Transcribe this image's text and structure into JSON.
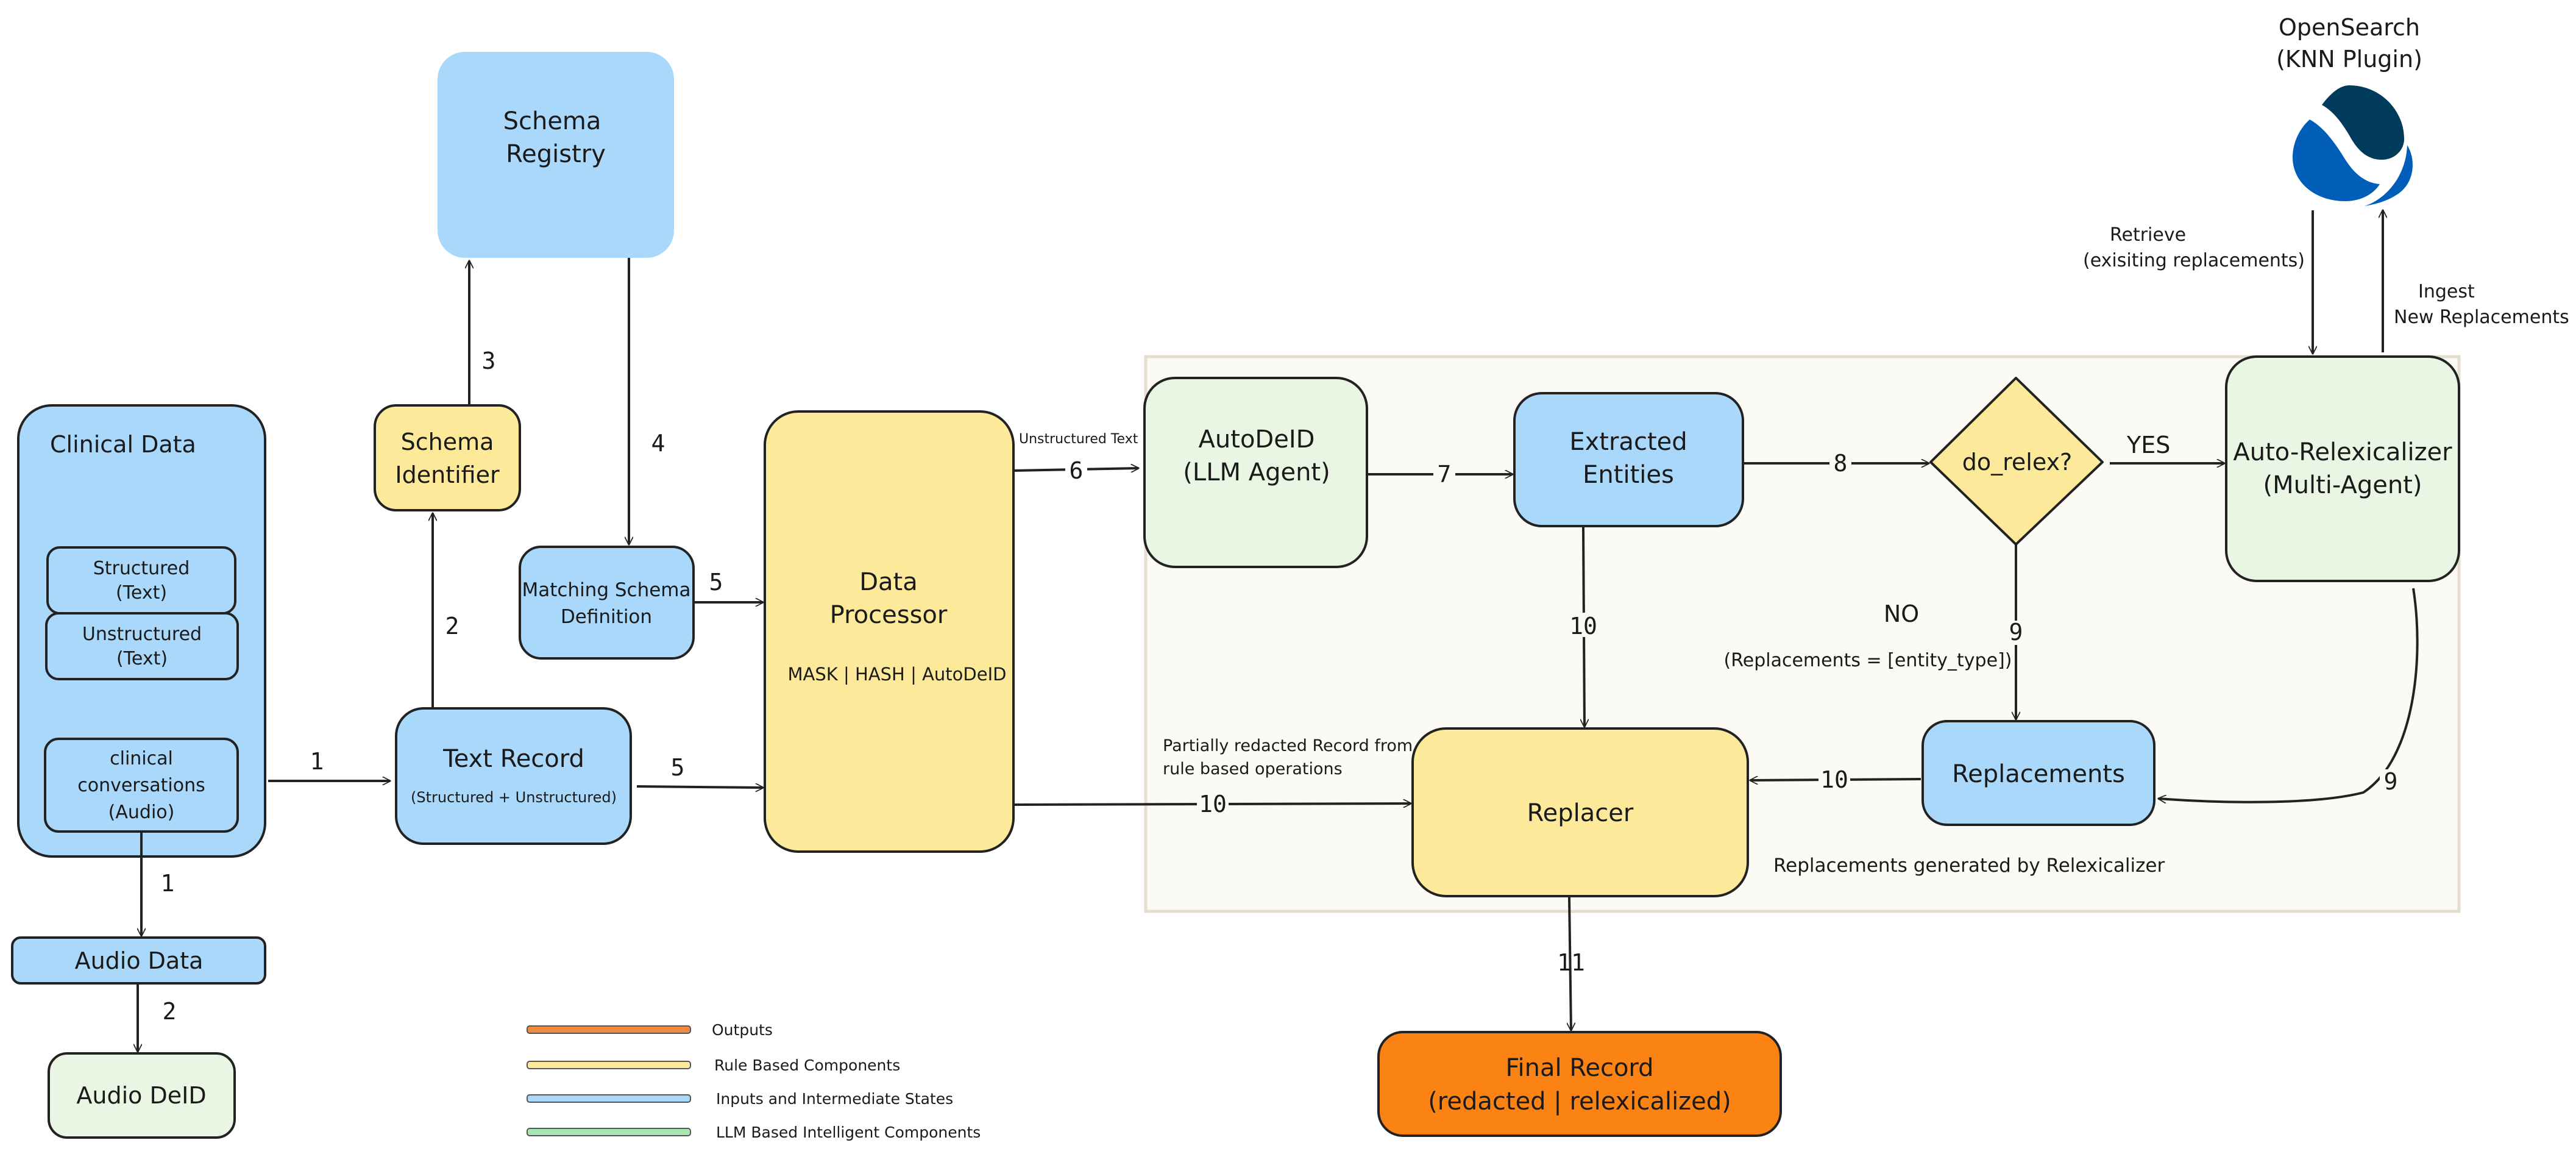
{
  "colors": {
    "input_blue": "#a9d8fb",
    "rule_yellow": "#fde99a",
    "llm_green": "#e9f6e4",
    "output_orange": "#fb8314",
    "container_bg": "#fcfaf5",
    "container_border": "#e4ddd0",
    "legend_outputs": "#f08a40",
    "legend_rule": "#fde99a",
    "legend_inputs": "#a9d8fb",
    "legend_llm": "#a8e6b4",
    "opensearch_dark": "#003b5c",
    "opensearch_blue": "#005eb8"
  },
  "nodes": {
    "clinical_data": "Clinical Data",
    "structured": [
      "Structured",
      "(Text)"
    ],
    "unstructured": [
      "Unstructured",
      "(Text)"
    ],
    "conversations": [
      "clinical",
      "conversations",
      "(Audio)"
    ],
    "audio_data": "Audio Data",
    "audio_deid": "Audio DeID",
    "schema_registry": [
      "Schema",
      "Registry"
    ],
    "schema_identifier": [
      "Schema",
      "Identifier"
    ],
    "matching_schema": [
      "Matching Schema",
      "Definition"
    ],
    "text_record": "Text Record",
    "text_record_sub": "(Structured + Unstructured)",
    "data_processor": [
      "Data",
      "Processor"
    ],
    "data_processor_sub": "MASK | HASH | AutoDeID",
    "autodeid": [
      "AutoDeID",
      "(LLM Agent)"
    ],
    "extracted_entities": [
      "Extracted",
      "Entities"
    ],
    "do_relex": "do_relex?",
    "auto_relexicalizer": [
      "Auto-Relexicalizer",
      "(Multi-Agent)"
    ],
    "replacements": "Replacements",
    "replacer": "Replacer",
    "final_record": [
      "Final Record",
      "(redacted | relexicalized)"
    ],
    "opensearch": [
      "OpenSearch",
      "(KNN Plugin)"
    ]
  },
  "annotations": {
    "unstructured_text": "Unstructured Text",
    "yes": "YES",
    "no": "NO",
    "no_detail": "(Replacements = [entity_type])",
    "partial_record": [
      "Partially redacted Record from",
      "rule based operations"
    ],
    "replacements_generated": "Replacements generated by Relexicalizer",
    "retrieve": [
      "Retrieve",
      "(exisiting replacements)"
    ],
    "ingest": [
      "Ingest",
      "New Replacements"
    ]
  },
  "edge_labels": {
    "e1a": "1",
    "e1b": "1",
    "e2a": "2",
    "e2b": "2",
    "e3": "3",
    "e4": "4",
    "e5a": "5",
    "e5b": "5",
    "e6": "6",
    "e7": "7",
    "e8": "8",
    "e9a": "9",
    "e9b": "9",
    "e10a": "10",
    "e10b": "10",
    "e10c": "10",
    "e11": "11"
  },
  "legend": {
    "outputs": "Outputs",
    "rule": "Rule Based Components",
    "inputs": "Inputs and Intermediate States",
    "llm": "LLM Based Intelligent Components"
  }
}
